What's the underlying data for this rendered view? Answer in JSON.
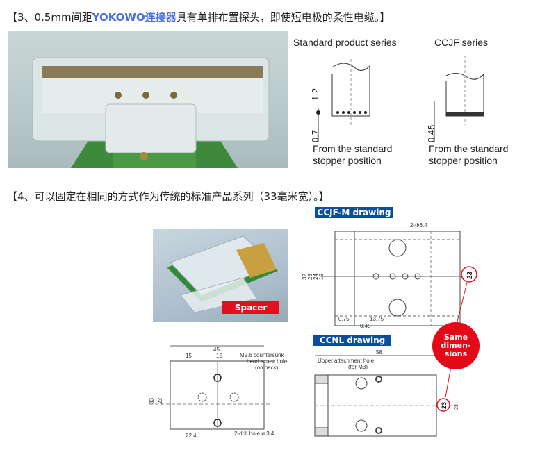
{
  "section3": {
    "prefix": "【3、0.5mm间距",
    "link": "YOKOWO连接器",
    "suffix": "具有单排布置探头，即使短电极的柔性电缆。】"
  },
  "pitch_diagram": {
    "left_title": "Standard product series",
    "right_title": "CCJF series",
    "left_dim_top": "1.2",
    "left_dim_bottom": "0.7",
    "right_dim": "0.45",
    "caption_line1": "From the standard",
    "caption_line2": "stopper position"
  },
  "section4": {
    "text": "【4、可以固定在相同的方式作为传统的标准产品系列（33毫米宽）。】"
  },
  "spacer_label": "Spacer",
  "ccjf_drawing": {
    "label": "CCJF-M drawing",
    "hole_note": "2-Φ6.4",
    "dims_left": [
      "32",
      "28",
      "24",
      "19"
    ],
    "dim_075": "0.75",
    "dim_1375": "13.75",
    "dim_045": "0.45",
    "dim_23": "23"
  },
  "spacer_drawing": {
    "width": "45",
    "dim_15a": "15",
    "dim_15b": "15",
    "height_33": "33",
    "height_23": "23",
    "dim_224": "22.4",
    "note_line1": "M2.6 countersunk",
    "note_line2": "head screw hole",
    "note_line3": "(on back)",
    "drill_note": "2-drill hole ø 3.4"
  },
  "ccnl_drawing": {
    "label": "CCNL drawing",
    "width": "58",
    "note_line1": "Upper attachment hole",
    "note_line2": "(for M3)",
    "dim_23": "23",
    "dim_33": "33"
  },
  "callout": {
    "line1": "Same",
    "line2": "dimen-",
    "line3": "sions"
  }
}
